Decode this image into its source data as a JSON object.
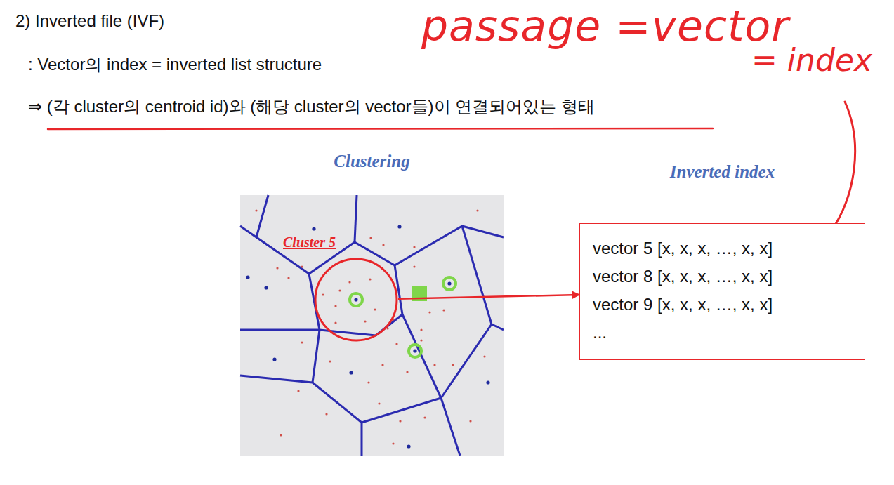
{
  "diagram": {
    "title": "2) Inverted file (IVF)",
    "nodes": [
      {
        "text": [
          "Clustering"
        ]
      },
      {
        "text": [
          "Cluster 5"
        ],
        "in": 0
      },
      {
        "text": [
          "Inverted index",
          "vector 5 [x, x, x, …, x, x]",
          "vector 8 [x, x, x, …, x, x]",
          "vector 9 [x, x, x, …, x, x]",
          "..."
        ]
      }
    ],
    "edges": [
      {
        "from": 1,
        "to": 2,
        "arrow": "to"
      }
    ],
    "labels": [
      ": Vector의 index = inverted list structure",
      "⇒ (각 cluster의 centroid id)와 (해당 cluster의 vector들)이 연결되어있는 형태",
      "passage =vector",
      "= index"
    ]
  }
}
